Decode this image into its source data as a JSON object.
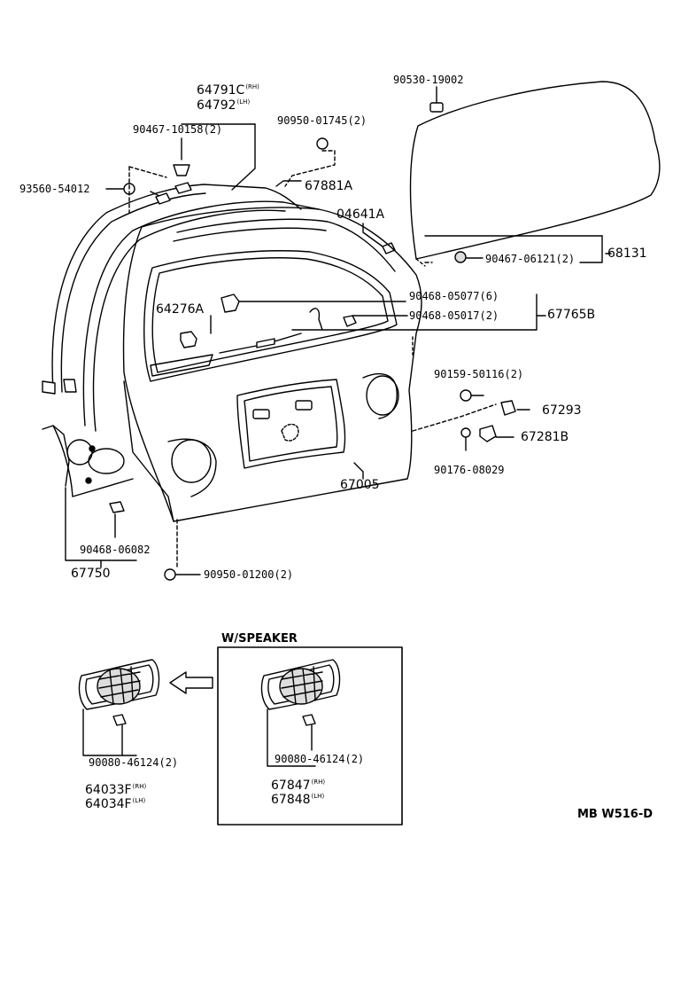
{
  "labels": {
    "p90530_19002": "90530-19002",
    "p64791c": "64791C",
    "p64791c_side": "(RH)",
    "p64792": "64792",
    "p64792_side": "(LH)",
    "p90950_01745": "90950-01745(2)",
    "p90467_10158": "90467-10158(2)",
    "p93560_54012": "93560-54012",
    "p67881a": "67881A",
    "p04641a": "04641A",
    "p90467_06121": "90467-06121(2)",
    "p68131": "68131",
    "p64276a": "64276A",
    "p90468_05077": "90468-05077(6)",
    "p90468_05017": "90468-05017(2)",
    "p67765b": "67765B",
    "p90159_50116": "90159-50116(2)",
    "p67293": "67293",
    "p67281b": "67281B",
    "p90176_08029": "90176-08029",
    "p67005": "67005",
    "p90468_06082": "90468-06082",
    "p67750": "67750",
    "p90950_01200": "90950-01200(2)",
    "wspeaker": "W/SPEAKER",
    "p90080_46124_left": "90080-46124(2)",
    "p64033f": "64033F",
    "p64033f_side": "(RH)",
    "p64034f": "64034F",
    "p64034f_side": "(LH)",
    "p90080_46124_right": "90080-46124(2)",
    "p67847": "67847",
    "p67847_side": "(RH)",
    "p67848": "67848",
    "p67848_side": "(LH)",
    "diagram_code": "MB W516-D"
  }
}
